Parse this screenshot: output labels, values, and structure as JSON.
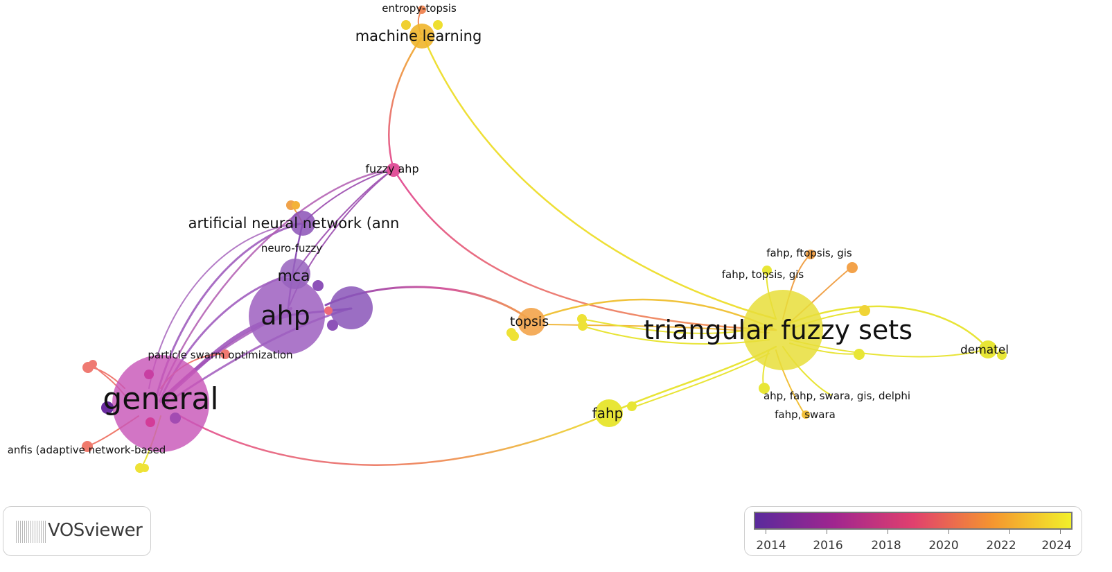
{
  "app": "VOSviewer",
  "logo_text": "VOSviewer",
  "legend": {
    "colors": [
      "#6a2c9e",
      "#b5228a",
      "#ee6a78",
      "#f6a236",
      "#eff02a"
    ],
    "ticks": [
      "2014",
      "2016",
      "2018",
      "2020",
      "2022",
      "2024"
    ]
  },
  "nodes": [
    {
      "id": "general",
      "label": "general",
      "year": 2016.7,
      "color": "#c857b8"
    },
    {
      "id": "ahp",
      "label": "ahp",
      "year": 2014.8,
      "color": "#9d5fc0"
    },
    {
      "id": "ahp2",
      "label": "",
      "year": 2014.2,
      "color": "#8a55b8"
    },
    {
      "id": "mca",
      "label": "mca",
      "year": 2014.6,
      "color": "#9661bd"
    },
    {
      "id": "ann",
      "label": "artificial neural network (ann",
      "year": 2014.3,
      "color": "#8b51b6"
    },
    {
      "id": "neurofuzzy",
      "label": "neuro-fuzzy",
      "year": 2014.5,
      "color": "#9459bb"
    },
    {
      "id": "fuzzyahp",
      "label": "fuzzy ahp",
      "year": 2017.6,
      "color": "#e0529a"
    },
    {
      "id": "ml",
      "label": "machine learning",
      "year": 2022.3,
      "color": "#f0b52a"
    },
    {
      "id": "entropy",
      "label": "entropy-topsis",
      "year": 2020.5,
      "color": "#f08a5a"
    },
    {
      "id": "topsis",
      "label": "topsis",
      "year": 2021.0,
      "color": "#f3a44a"
    },
    {
      "id": "tfs",
      "label": "triangular fuzzy sets",
      "year": 2023.6,
      "color": "#e7de3a"
    },
    {
      "id": "dematel",
      "label": "dematel",
      "year": 2024.0,
      "color": "#e8e636"
    },
    {
      "id": "fahp",
      "label": "fahp",
      "year": 2024.0,
      "color": "#e8e636"
    },
    {
      "id": "ffg",
      "label": "fahp, ftopsis, gis",
      "year": 2021.2,
      "color": "#f0a24a"
    },
    {
      "id": "ftg",
      "label": "fahp, topsis, gis",
      "year": 2024.0,
      "color": "#e8e636"
    },
    {
      "id": "afsgd",
      "label": "ahp, fahp, swara, gis, delphi",
      "year": 2024.0,
      "color": "#e8e636"
    },
    {
      "id": "fswara",
      "label": "fahp, swara",
      "year": 2022.5,
      "color": "#f2be38"
    },
    {
      "id": "pso",
      "label": "particle swarm optimization",
      "year": 2019.0,
      "color": "#ef7a72"
    },
    {
      "id": "anfis",
      "label": "anfis (adaptive network-based",
      "year": 2019.2,
      "color": "#ef7a6c"
    }
  ]
}
